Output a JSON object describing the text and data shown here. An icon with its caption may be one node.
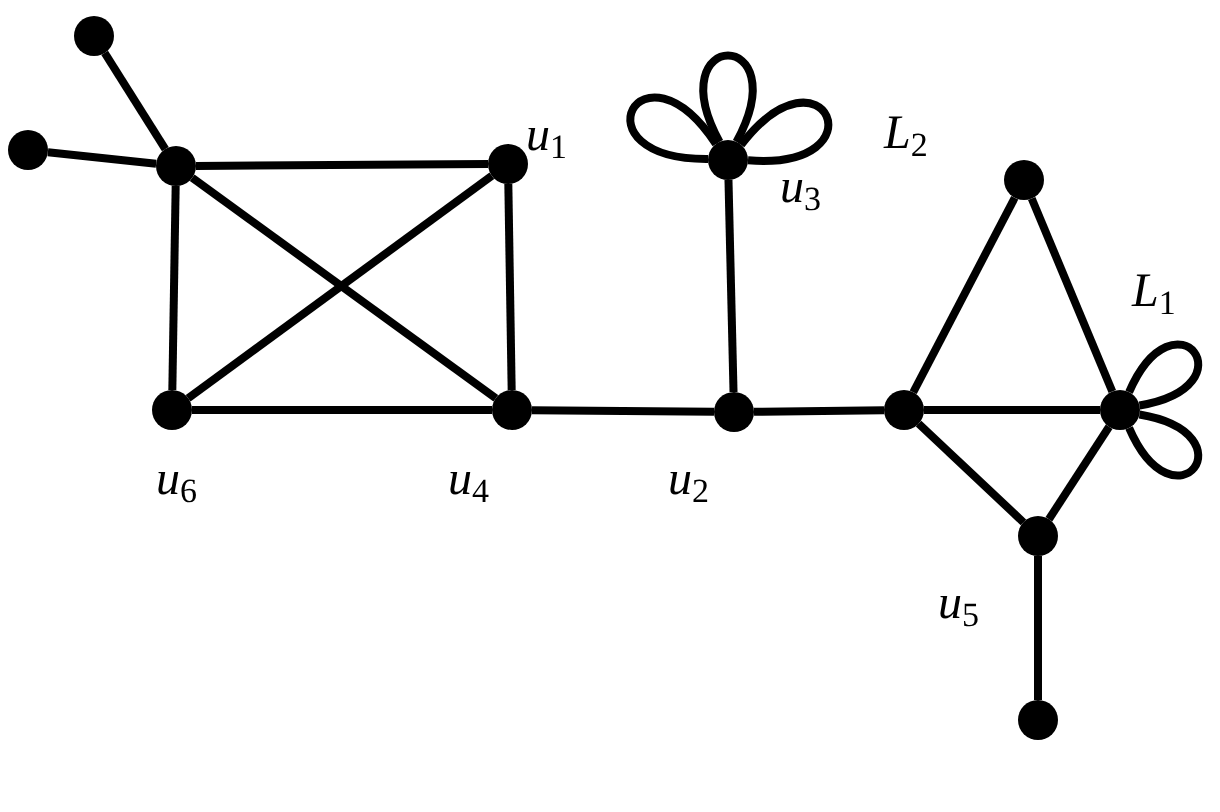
{
  "diagram": {
    "nodes": [
      {
        "text": [],
        "shape": "circle"
      },
      {
        "text": [],
        "shape": "circle"
      },
      {
        "text": [],
        "shape": "circle"
      },
      {
        "text": [],
        "shape": "circle",
        "beside": [
          "u$_{1}$"
        ]
      },
      {
        "text": [],
        "shape": "circle",
        "beside": [
          "u$_{3}$",
          "L$_{2}$"
        ]
      },
      {
        "text": [],
        "shape": "circle"
      },
      {
        "text": [],
        "shape": "circle",
        "beside": [
          "u$_{6}$"
        ]
      },
      {
        "text": [],
        "shape": "circle",
        "beside": [
          "u$_{4}$"
        ]
      },
      {
        "text": [],
        "shape": "circle",
        "beside": [
          "u$_{2}$"
        ]
      },
      {
        "text": [],
        "shape": "circle"
      },
      {
        "text": [],
        "shape": "circle",
        "beside": [
          "L$_{1}$"
        ]
      },
      {
        "text": [],
        "shape": "circle",
        "beside": [
          "u$_{5}$"
        ]
      },
      {
        "text": [],
        "shape": "circle"
      }
    ],
    "edges": [
      {
        "from": 0,
        "to": 2,
        "arrow": "none"
      },
      {
        "from": 1,
        "to": 2,
        "arrow": "none"
      },
      {
        "from": 2,
        "to": 3,
        "arrow": "none"
      },
      {
        "from": 2,
        "to": 6,
        "arrow": "none"
      },
      {
        "from": 2,
        "to": 7,
        "arrow": "none"
      },
      {
        "from": 3,
        "to": 6,
        "arrow": "none"
      },
      {
        "from": 3,
        "to": 7,
        "arrow": "none"
      },
      {
        "from": 6,
        "to": 7,
        "arrow": "none"
      },
      {
        "from": 7,
        "to": 8,
        "arrow": "none"
      },
      {
        "from": 8,
        "to": 4,
        "arrow": "none"
      },
      {
        "from": 8,
        "to": 9,
        "arrow": "none"
      },
      {
        "from": 9,
        "to": 5,
        "arrow": "none"
      },
      {
        "from": 5,
        "to": 10,
        "arrow": "none"
      },
      {
        "from": 9,
        "to": 10,
        "arrow": "none"
      },
      {
        "from": 9,
        "to": 11,
        "arrow": "none"
      },
      {
        "from": 11,
        "to": 10,
        "arrow": "none"
      },
      {
        "from": 11,
        "to": 12,
        "arrow": "none"
      },
      {
        "from": 4,
        "to": 4,
        "arrow": "none"
      },
      {
        "from": 4,
        "to": 4,
        "arrow": "none"
      },
      {
        "from": 4,
        "to": 4,
        "arrow": "none"
      },
      {
        "from": 10,
        "to": 10,
        "arrow": "none"
      },
      {
        "from": 10,
        "to": 10,
        "arrow": "none"
      }
    ]
  }
}
